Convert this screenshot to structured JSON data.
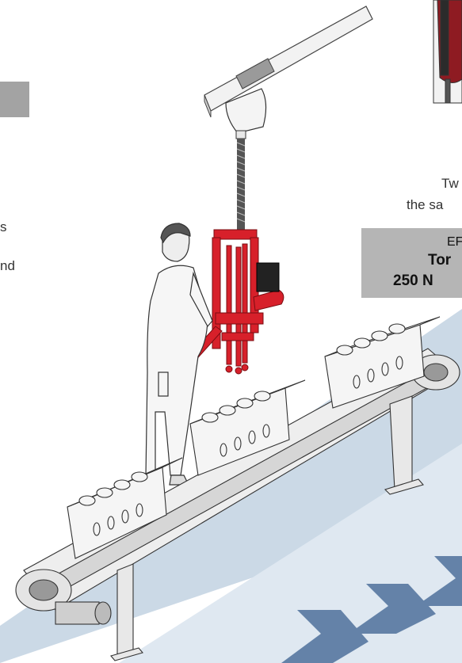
{
  "text_fragments": {
    "left_1": "s",
    "left_2": "nd",
    "right_1": "Tw",
    "right_2": "the sa"
  },
  "spec_box": {
    "line_1": "EF",
    "line_2": "Tor",
    "line_3": "250 N"
  },
  "colors": {
    "tool_red": "#d7202a",
    "floor_blue": "#c9d8e5",
    "floor_arrow": "#5f7fa6",
    "spec_box_bg": "#b5b5b5"
  }
}
